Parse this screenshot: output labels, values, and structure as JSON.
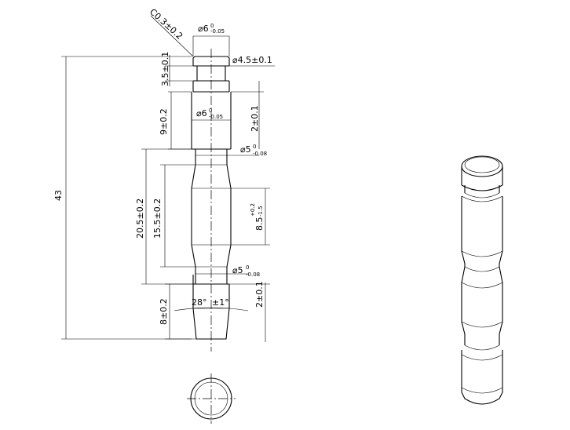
{
  "dimensions": {
    "chamfer": "C0.3±0.2",
    "top_dia_prefix": "⌀6",
    "top_dia_upper": "0",
    "top_dia_lower": "-0.05",
    "groove_dia": "⌀4.5±0.1",
    "groove_len": "3.5±0.1",
    "upper_len": "9±0.2",
    "mid_dia_prefix": "⌀6",
    "mid_dia_upper": "0",
    "mid_dia_lower": "-0.05",
    "upper_offset": "2±0.1",
    "neck_dia_upper_prefix": "⌀5",
    "neck_dia_upper_up": "0",
    "neck_dia_upper_low": "-0.08",
    "total_len": "43",
    "waist_len": "20.5±0.2",
    "barrel_len": "15.5±0.2",
    "barrel_dia_main": "8.5",
    "barrel_dia_up": "+0.2",
    "barrel_dia_low": "-1.5",
    "neck_dia_lower_prefix": "⌀5",
    "neck_dia_lower_up": "0",
    "neck_dia_lower_low": "-0.08",
    "taper_angle": "28°",
    "taper_tol": "±1°",
    "tip_len": "8±0.2",
    "lower_offset": "2±0.1"
  }
}
